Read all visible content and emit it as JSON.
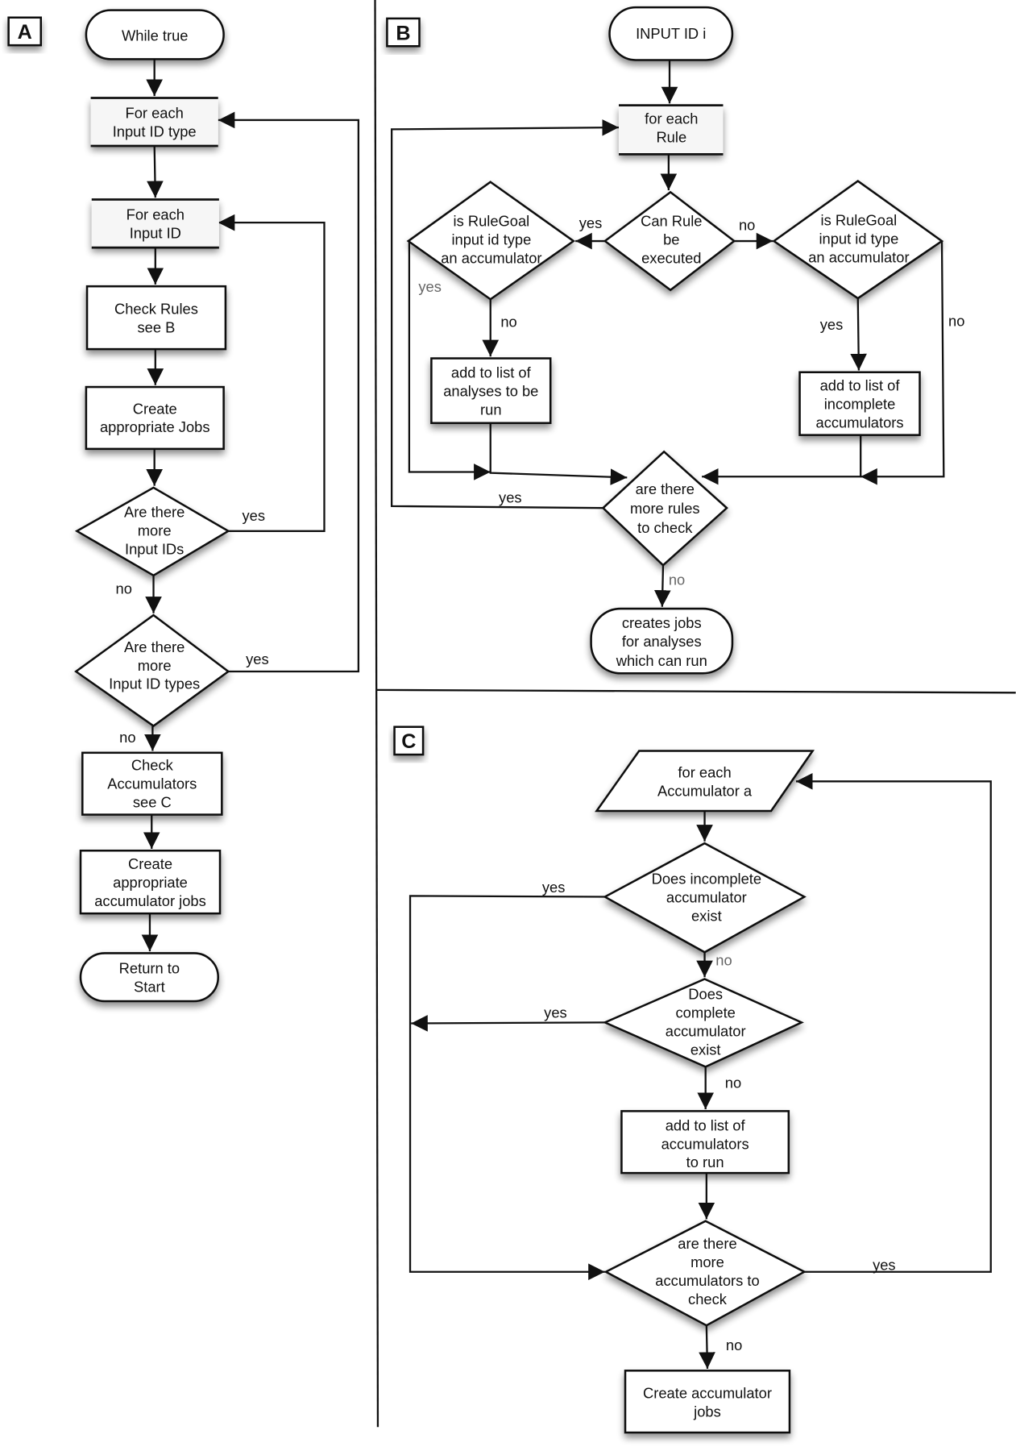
{
  "panels": {
    "A": {
      "tag": "A",
      "nodes": {
        "while_true": [
          "While true"
        ],
        "for_each_type": [
          "For each",
          "Input ID type"
        ],
        "for_each_id": [
          "For each",
          "Input ID"
        ],
        "check_rules": [
          "Check Rules",
          "see B"
        ],
        "create_jobs": [
          "Create",
          "appropriate Jobs"
        ],
        "more_ids": [
          "Are there",
          "more",
          "Input IDs"
        ],
        "more_types": [
          "Are there",
          "more",
          "Input ID types"
        ],
        "check_acc": [
          "Check",
          "Accumulators",
          "see C"
        ],
        "create_acc_jobs": [
          "Create",
          "appropriate",
          "accumulator jobs"
        ],
        "return_start": [
          "Return to",
          "Start"
        ]
      },
      "labels": {
        "more_ids_yes": "yes",
        "more_ids_no": "no",
        "more_types_yes": "yes",
        "more_types_no": "no"
      }
    },
    "B": {
      "tag": "B",
      "nodes": {
        "input_id": [
          "INPUT ID i"
        ],
        "for_each_rule": [
          "for each",
          "Rule"
        ],
        "can_execute": [
          "Can Rule",
          "be",
          "executed"
        ],
        "goal_acc_left": [
          "is RuleGoal",
          "input id type",
          "an accumulator"
        ],
        "goal_acc_right": [
          "is RuleGoal",
          "input id type",
          "an accumulator"
        ],
        "add_analyses": [
          "add to list of",
          "analyses to be",
          "run"
        ],
        "add_incomplete": [
          "add to list of",
          "incomplete",
          "accumulators"
        ],
        "more_rules": [
          "are there",
          "more rules",
          "to check"
        ],
        "creates_jobs": [
          "creates jobs",
          "for analyses",
          "which can run"
        ]
      },
      "labels": {
        "can_yes": "yes",
        "can_no": "no",
        "left_yes": "yes",
        "left_no": "no",
        "right_yes": "yes",
        "right_no": "no",
        "more_yes": "yes",
        "more_no": "no"
      }
    },
    "C": {
      "tag": "C",
      "nodes": {
        "for_each_acc": [
          "for each",
          "Accumulator a"
        ],
        "incomplete_exist": [
          "Does incomplete",
          "accumulator",
          "exist"
        ],
        "complete_exist": [
          "Does",
          "complete",
          "accumulator",
          "exist"
        ],
        "add_acc": [
          "add to list of",
          "accumulators",
          "to run"
        ],
        "more_acc": [
          "are there",
          "more",
          "accumulators to",
          "check"
        ],
        "create_acc_jobs": [
          "Create accumulator",
          "jobs"
        ]
      },
      "labels": {
        "incomplete_yes": "yes",
        "incomplete_no": "no",
        "complete_yes": "yes",
        "complete_no": "no",
        "more_yes": "yes",
        "more_no": "no"
      }
    }
  }
}
